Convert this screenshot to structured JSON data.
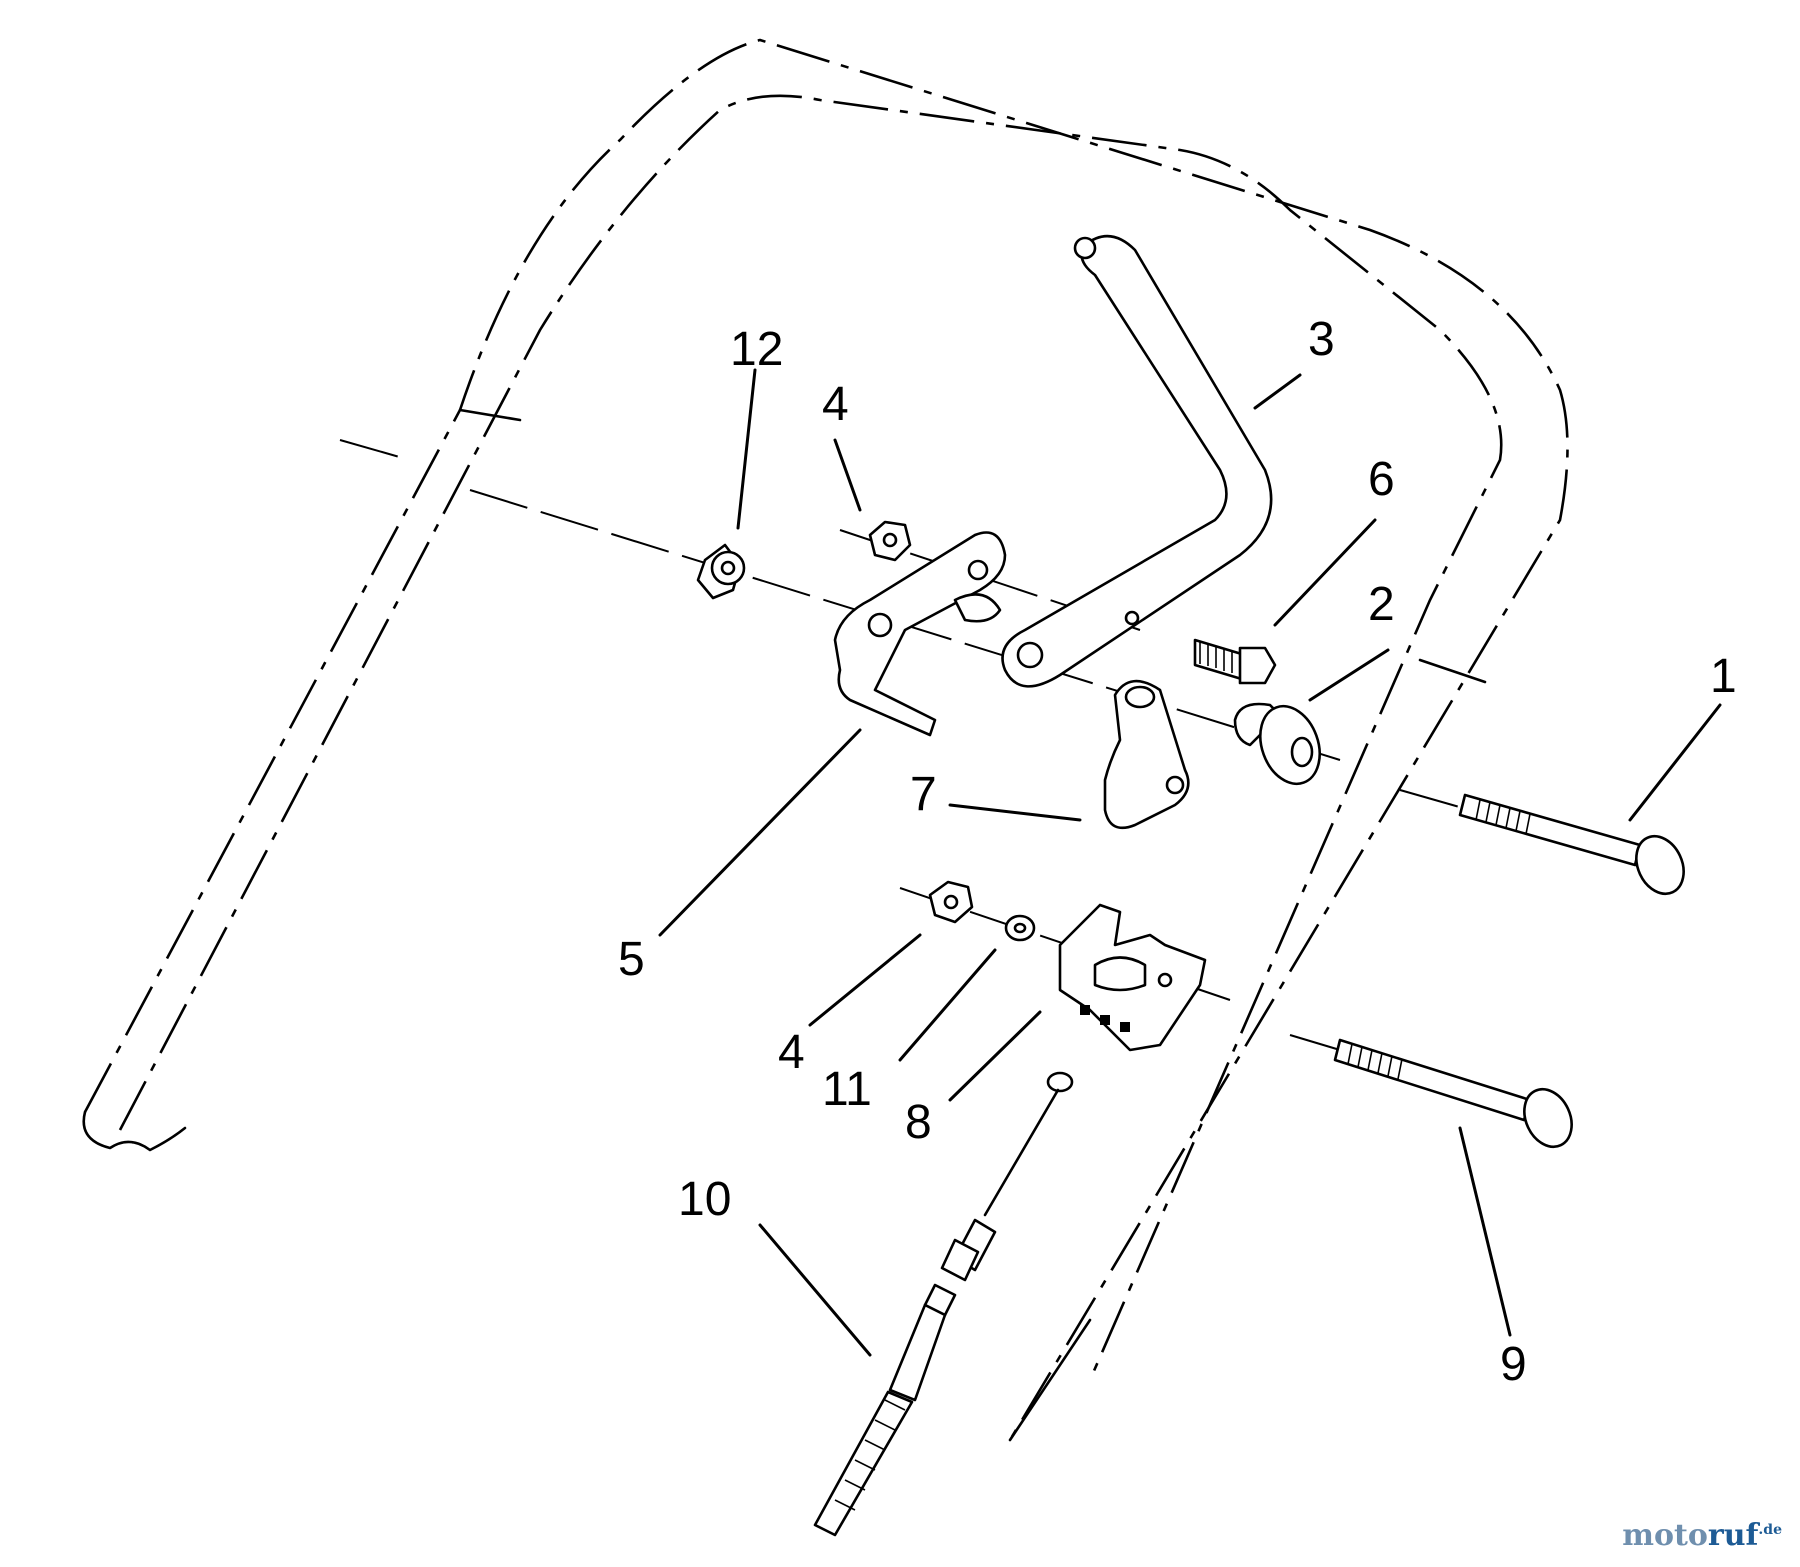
{
  "labels": {
    "l1": "1",
    "l2": "2",
    "l3": "3",
    "l4a": "4",
    "l4b": "4",
    "l5": "5",
    "l6": "6",
    "l7": "7",
    "l8": "8",
    "l9": "9",
    "l10": "10",
    "l11": "11",
    "l12": "12"
  },
  "watermark": {
    "part1": "moto",
    "part2": "ruf",
    "suffix": ".de"
  }
}
